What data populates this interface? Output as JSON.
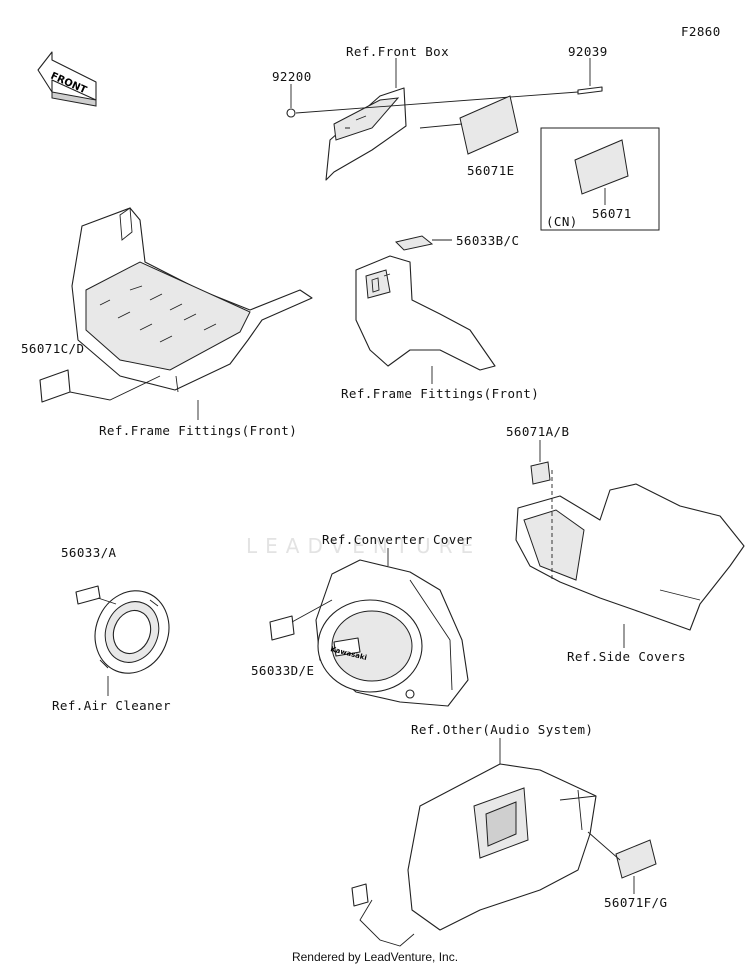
{
  "figure_code": "F2860",
  "front_label": "FRONT",
  "watermark": "LEADVENTURE",
  "footer": "Rendered by LeadVenture, Inc.",
  "labels": {
    "ref_front_box": "Ref.Front Box",
    "p92039": "92039",
    "p92200": "92200",
    "p56071E": "56071E",
    "cn": "(CN)",
    "p56071": "56071",
    "p56033BC": "56033B/C",
    "p56071CD": "56071C/D",
    "ref_frame_fittings_1": "Ref.Frame Fittings(Front)",
    "ref_frame_fittings_2": "Ref.Frame Fittings(Front)",
    "p56071AB": "56071A/B",
    "p56033A": "56033/A",
    "ref_converter_cover": "Ref.Converter Cover",
    "ref_side_covers": "Ref.Side Covers",
    "ref_air_cleaner": "Ref.Air Cleaner",
    "p56033DE": "56033D/E",
    "ref_other_audio": "Ref.Other(Audio System)",
    "p56071FG": "56071F/G"
  },
  "cover_brand": "Kawasaki"
}
